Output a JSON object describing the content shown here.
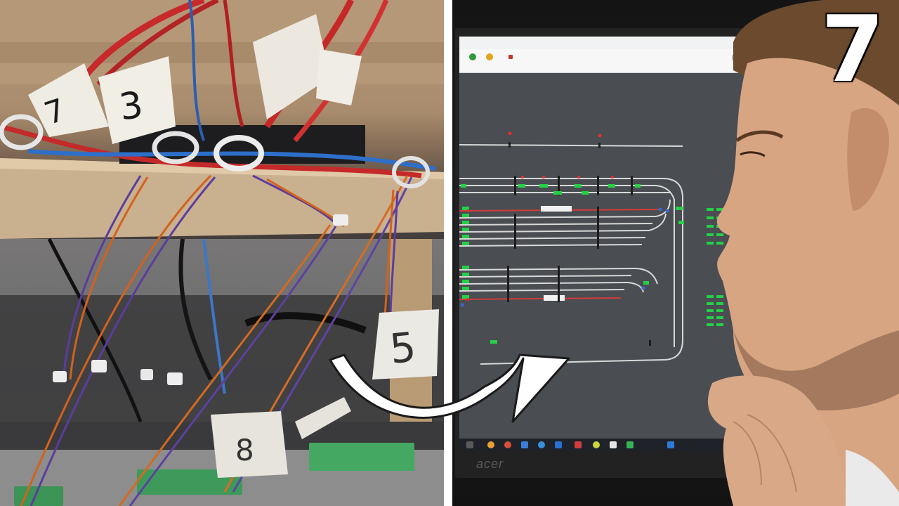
{
  "episode_number": "7",
  "wire_labels": [
    "3",
    "7",
    "5",
    "8"
  ],
  "software": {
    "toolbar_buttons": [
      {
        "icon": "play-icon",
        "color": "#2e9b3b"
      },
      {
        "icon": "pause-icon",
        "color": "#e0a51c"
      },
      {
        "icon": "stop-icon",
        "color": "#c0392b"
      }
    ],
    "colors": {
      "track": "#d8d8d8",
      "occupied_track": "#d03c3c",
      "signal_green": "#25d046",
      "signal_red": "#e03131",
      "canvas": "#4a4d52"
    }
  },
  "monitor_brand": "acer",
  "colors": {
    "divider": "#ffffff",
    "arrow": "#ffffff",
    "number_text": "#ffffff"
  }
}
